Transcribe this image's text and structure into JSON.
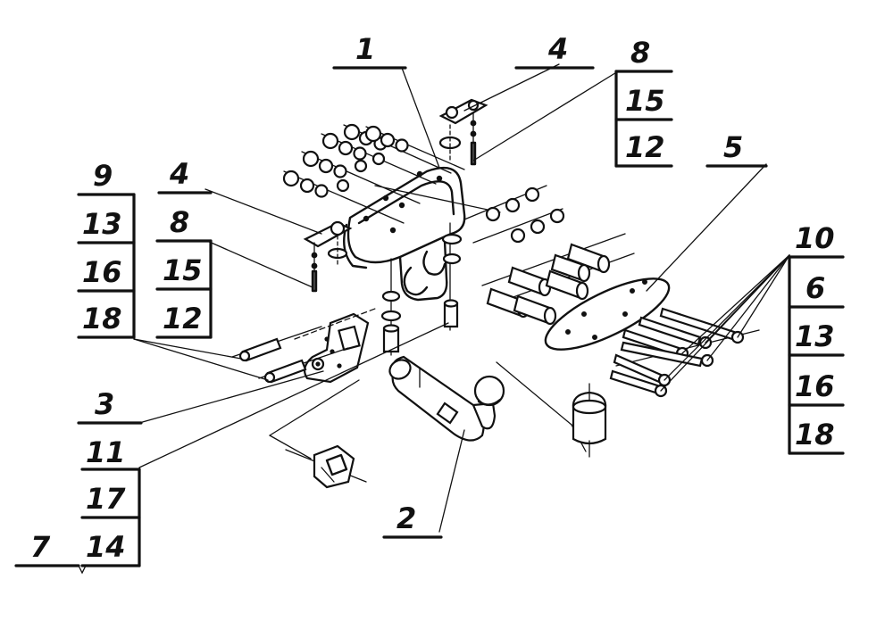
{
  "labels": {
    "l1": "1",
    "l2": "2",
    "l3": "3",
    "l4a": "4",
    "l4b": "4",
    "l5": "5",
    "l7": "7",
    "g8r": [
      "8",
      "15",
      "12"
    ],
    "g9": [
      "9",
      "13",
      "16",
      "18"
    ],
    "g8l": [
      "8",
      "15",
      "12"
    ],
    "g10": [
      "10",
      "6",
      "13",
      "16",
      "18"
    ],
    "g11": [
      "11",
      "17",
      "14"
    ]
  },
  "colors": {
    "ink": "#111111",
    "paper": "#ffffff"
  }
}
